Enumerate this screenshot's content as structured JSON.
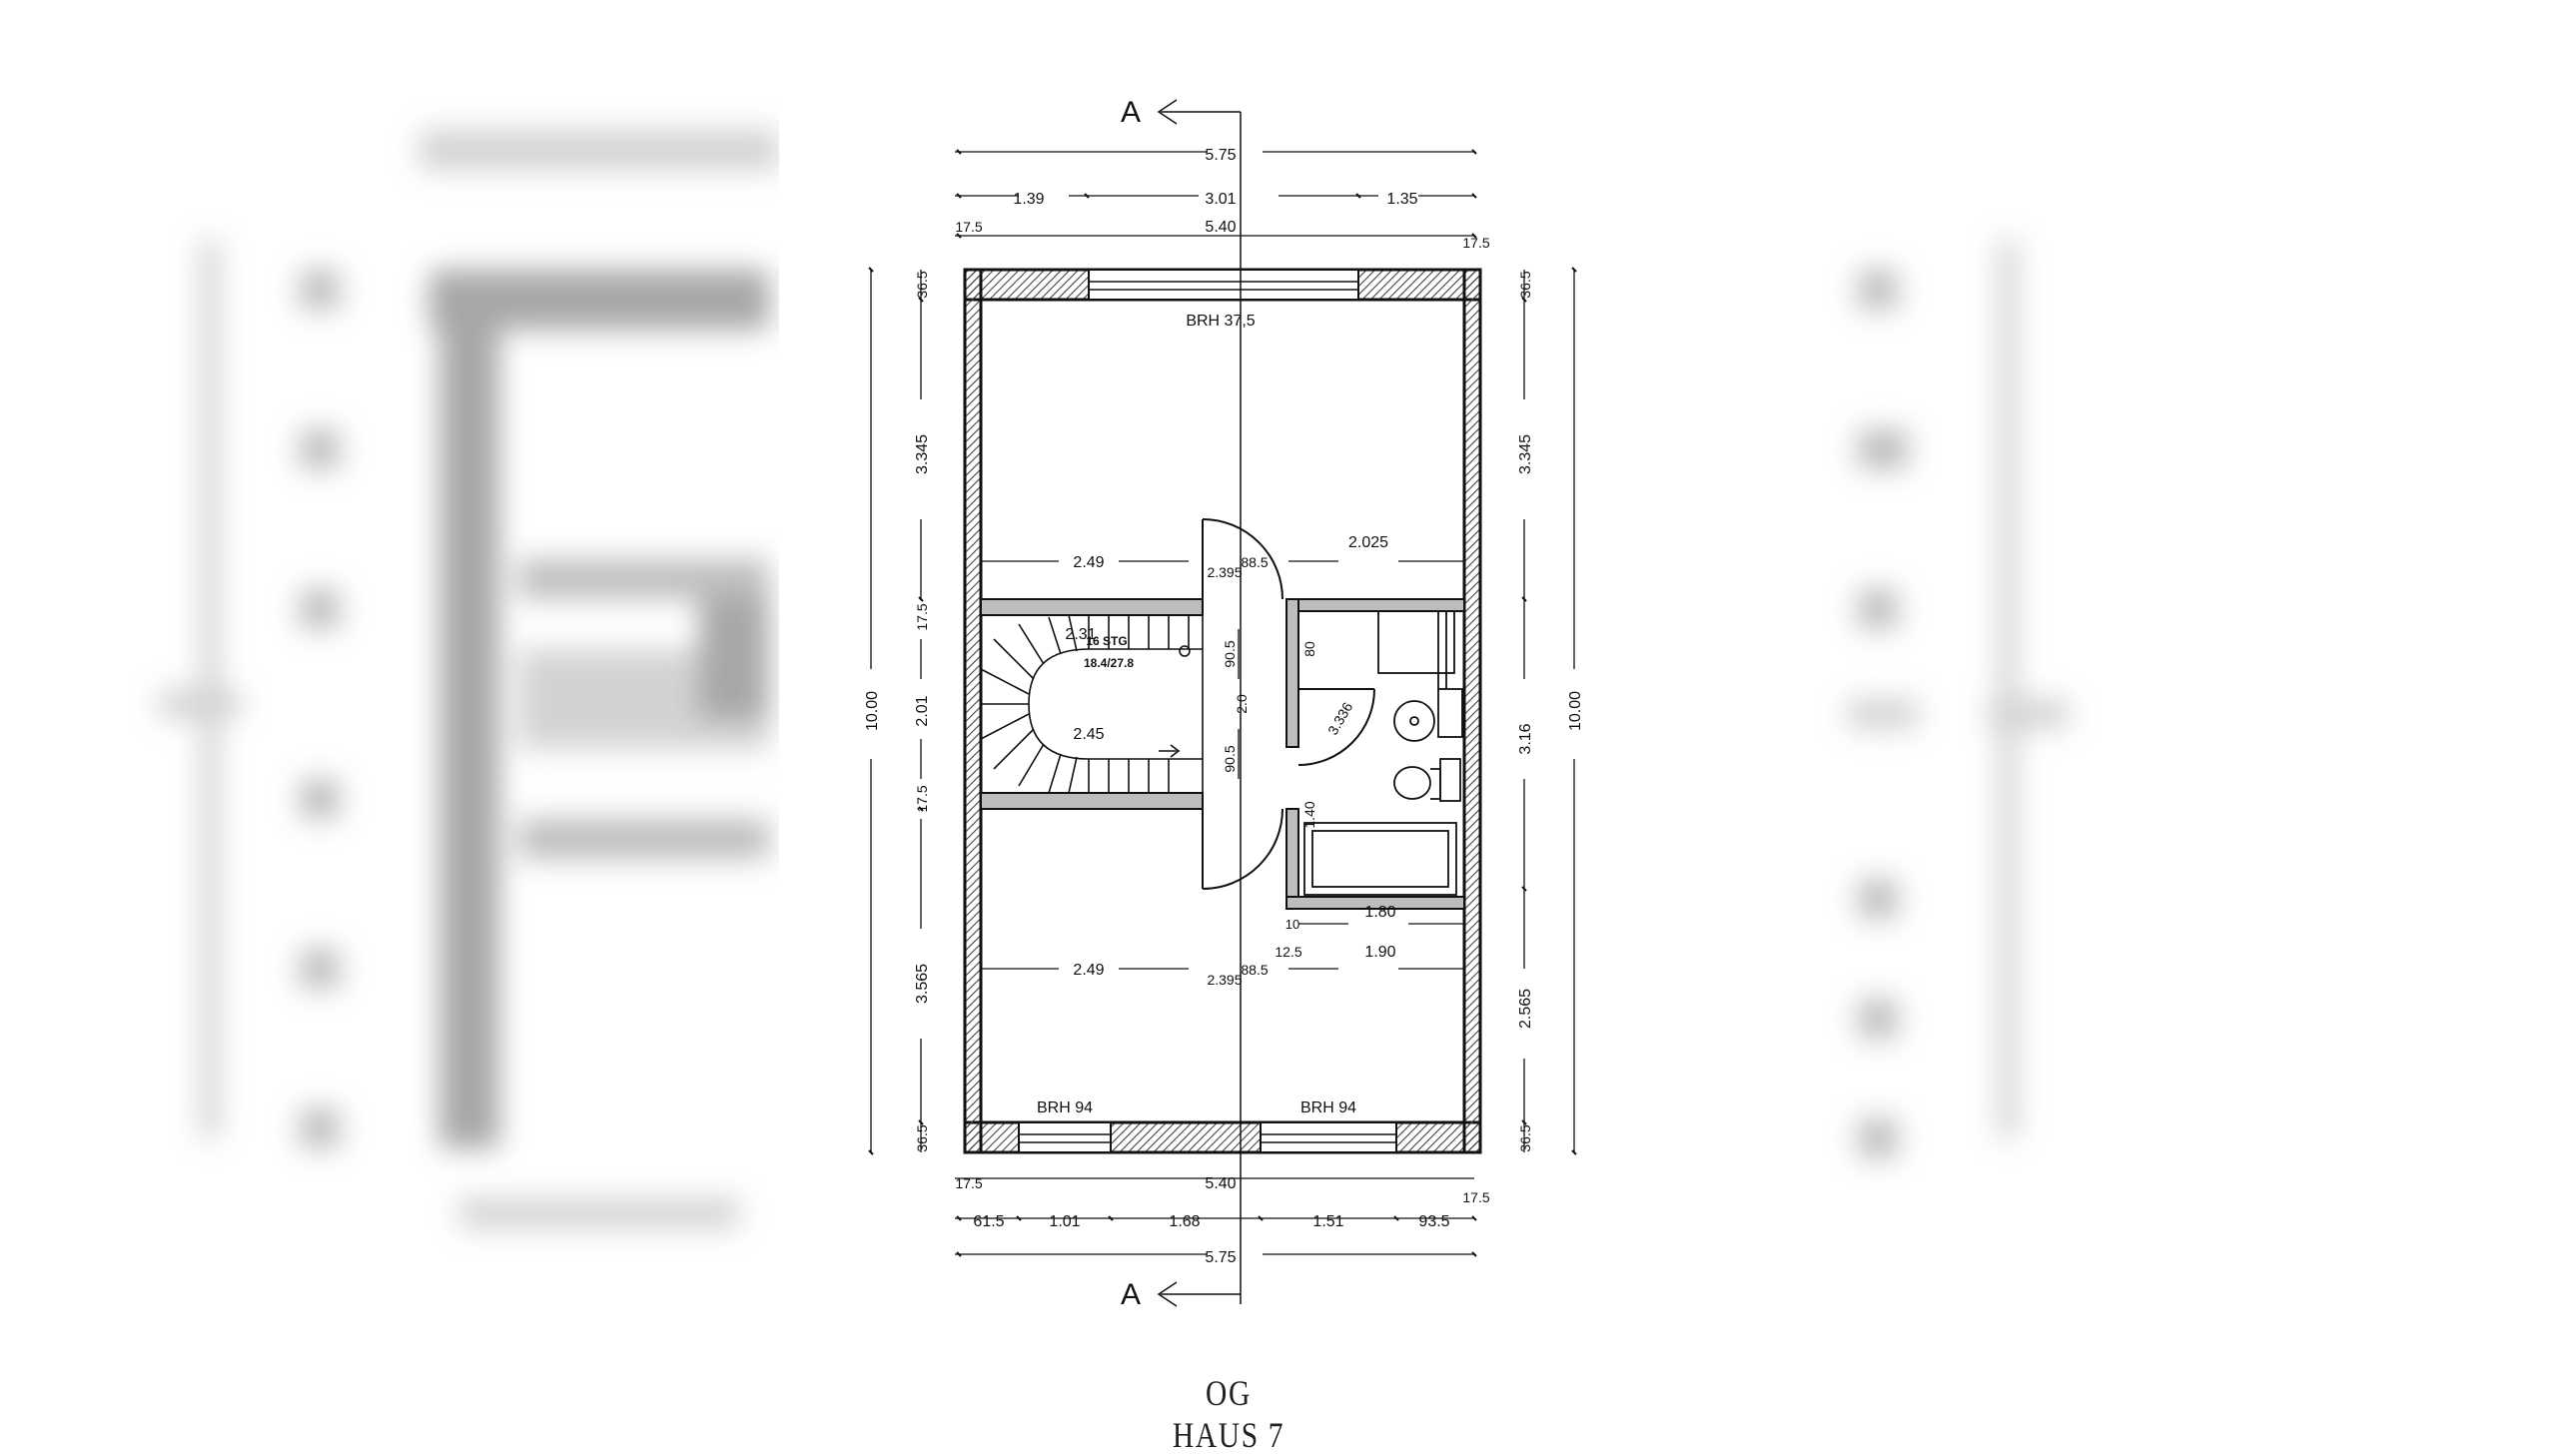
{
  "title": "OG HAUS 7",
  "section_marker": "A",
  "overall_width": "5.75",
  "top_dims": [
    "1.39",
    "3.01",
    "1.35"
  ],
  "inner_width": "5.40",
  "wall_left": "17.5",
  "wall_right": "17.5",
  "window_top": "BRH 37,5",
  "windows_bottom": [
    "BRH 94",
    "BRH 94"
  ],
  "left_dims": [
    "36.5",
    "3.345",
    "17.5",
    "2.01",
    "17.5",
    "3.565",
    "36.5"
  ],
  "right_dims": [
    "36.5",
    "3.345",
    "3.16",
    "2.565",
    "36.5"
  ],
  "height_total": "10.00",
  "upper_room": [
    "2.49",
    "2.025",
    "2.395",
    "88.5"
  ],
  "stair": [
    "2.31",
    "2.45",
    "16 STG",
    "18.4/27.8"
  ],
  "hall": [
    "90.5",
    "90.5",
    "2.0"
  ],
  "bath": [
    "80",
    "3.336",
    "1.40",
    "10"
  ],
  "lower_room": [
    "1.80",
    "12.5",
    "1.90",
    "2.49",
    "2.395",
    "88.5"
  ],
  "bottom_dims": [
    "61.5",
    "1.01",
    "1.68",
    "1.51",
    "93.5"
  ]
}
